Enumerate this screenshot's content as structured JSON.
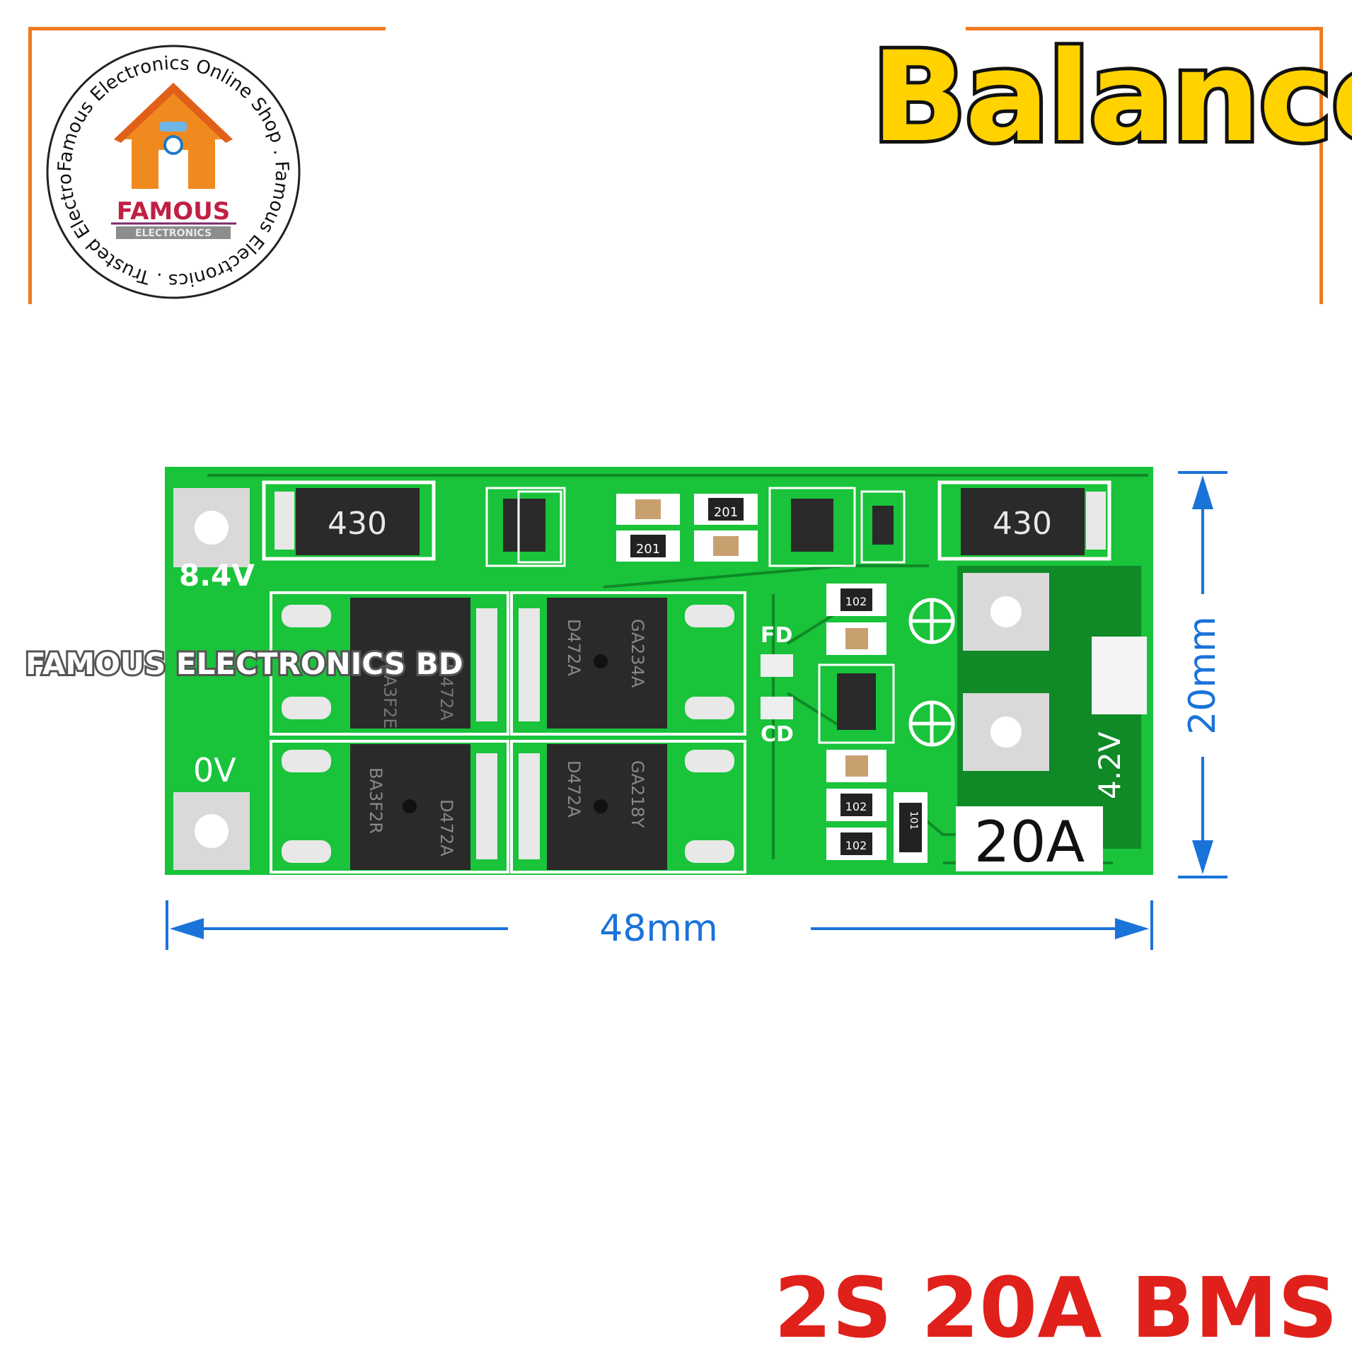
{
  "logo": {
    "ring_text": "Famous Electronics Online Shop . Famous Electronics . Trusted Electronics .",
    "brand": "FAMOUS",
    "brand_sub": "ELECTRONICS"
  },
  "headline": "Balance",
  "watermark": "FAMOUS ELECTRONICS BD",
  "product_title": "2S 20A BMS",
  "board": {
    "resistor_left": "430",
    "resistor_right": "430",
    "smd_201_a": "201",
    "smd_201_b": "201",
    "label_84v": "8.4V",
    "label_0v": "0V",
    "label_42v": "4.2V",
    "label_fd": "FD",
    "label_cd": "CD",
    "mosfet_1_a": "BA3F2E",
    "mosfet_1_b": "D472A",
    "mosfet_2_a": "D472A",
    "mosfet_2_b": "GA234A",
    "mosfet_3_a": "BA3F2R",
    "mosfet_3_b": "D472A",
    "mosfet_4_a": "D472A",
    "mosfet_4_b": "GA218Y",
    "r_102_a": "102",
    "r_102_b": "102",
    "r_102_c": "102",
    "r_101": "101",
    "rating": "20A"
  },
  "dimensions": {
    "width_label": "48mm",
    "height_label": "20mm"
  },
  "colors": {
    "frame": "#f07a20",
    "headline_fill": "#ffd200",
    "title": "#e0201a",
    "dimension": "#1a73d9",
    "pcb": "#19c33a"
  }
}
